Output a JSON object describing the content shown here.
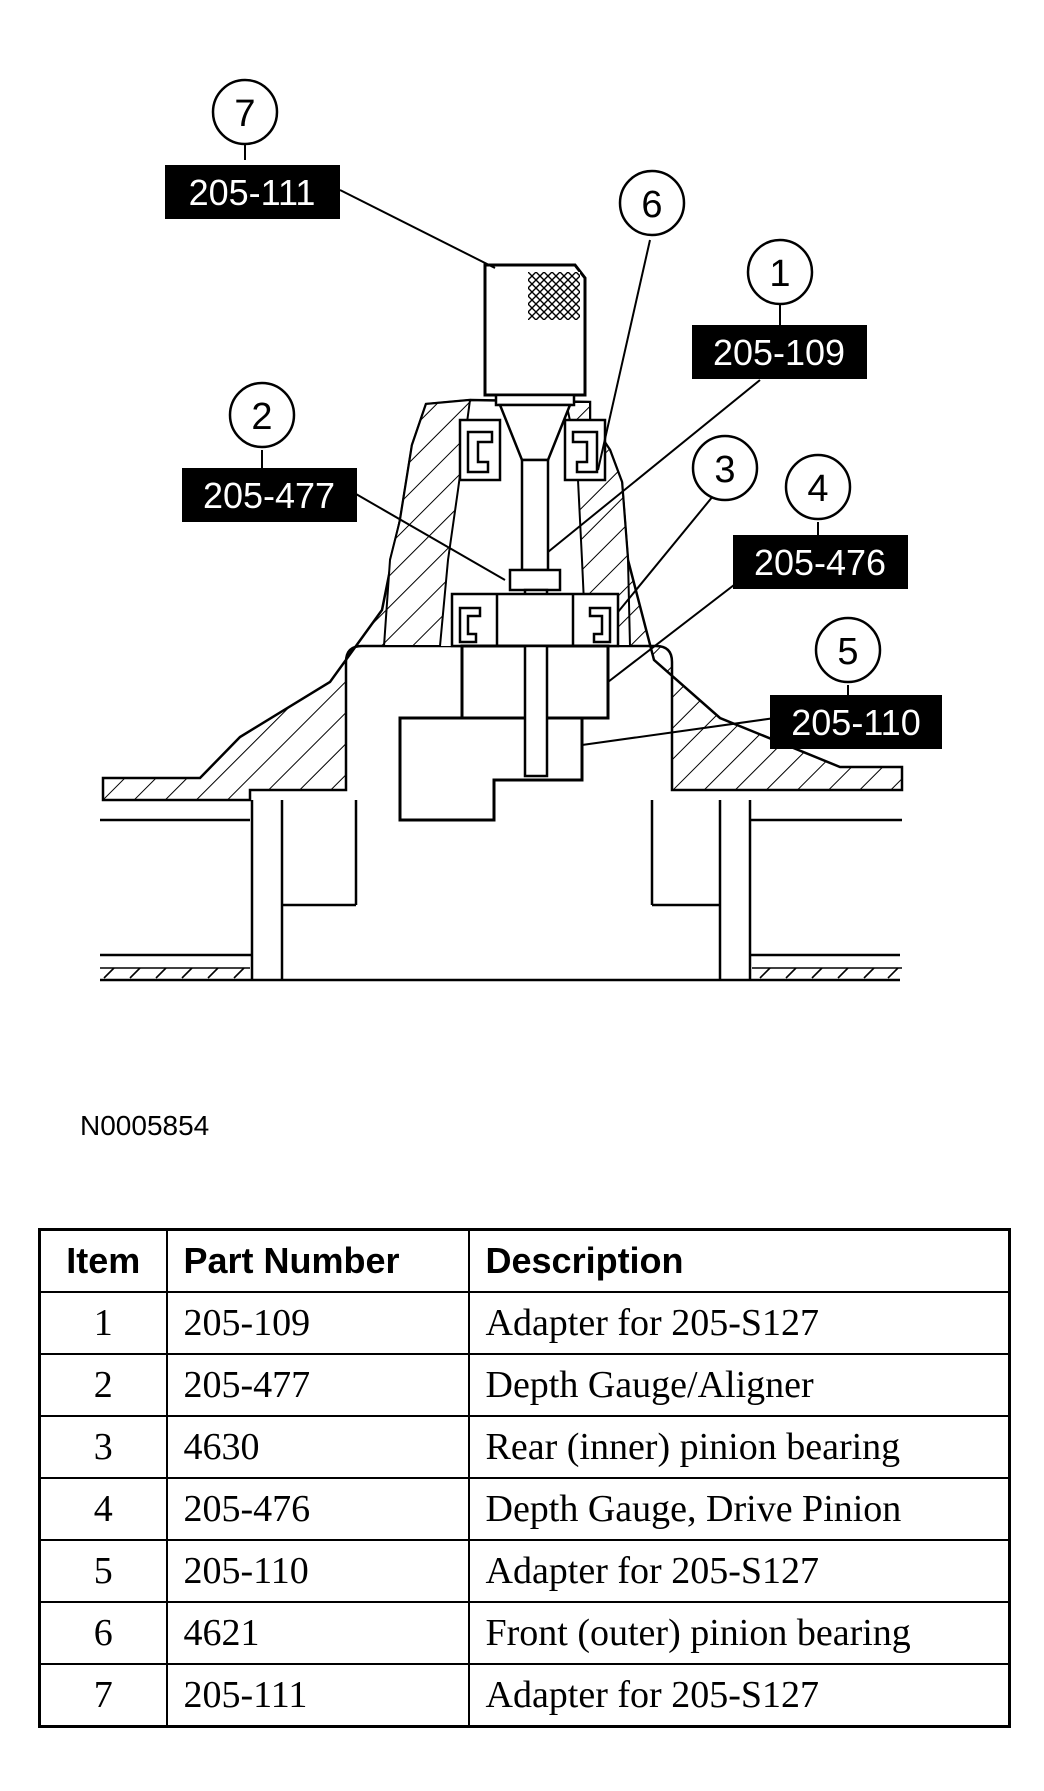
{
  "diagram": {
    "callouts": [
      {
        "num": "1",
        "tag": "205-109"
      },
      {
        "num": "2",
        "tag": "205-477"
      },
      {
        "num": "3",
        "tag": ""
      },
      {
        "num": "4",
        "tag": "205-476"
      },
      {
        "num": "5",
        "tag": "205-110"
      },
      {
        "num": "6",
        "tag": ""
      },
      {
        "num": "7",
        "tag": "205-111"
      }
    ],
    "figure_id": "N0005854"
  },
  "table": {
    "headers": [
      "Item",
      "Part Number",
      "Description"
    ],
    "rows": [
      {
        "item": "1",
        "part": "205-109",
        "desc": "Adapter for 205-S127"
      },
      {
        "item": "2",
        "part": "205-477",
        "desc": "Depth Gauge/Aligner"
      },
      {
        "item": "3",
        "part": "4630",
        "desc": "Rear (inner) pinion bearing"
      },
      {
        "item": "4",
        "part": "205-476",
        "desc": "Depth Gauge, Drive Pinion"
      },
      {
        "item": "5",
        "part": "205-110",
        "desc": "Adapter for 205-S127"
      },
      {
        "item": "6",
        "part": "4621",
        "desc": "Front (outer) pinion bearing"
      },
      {
        "item": "7",
        "part": "205-111",
        "desc": "Adapter for 205-S127"
      }
    ]
  }
}
